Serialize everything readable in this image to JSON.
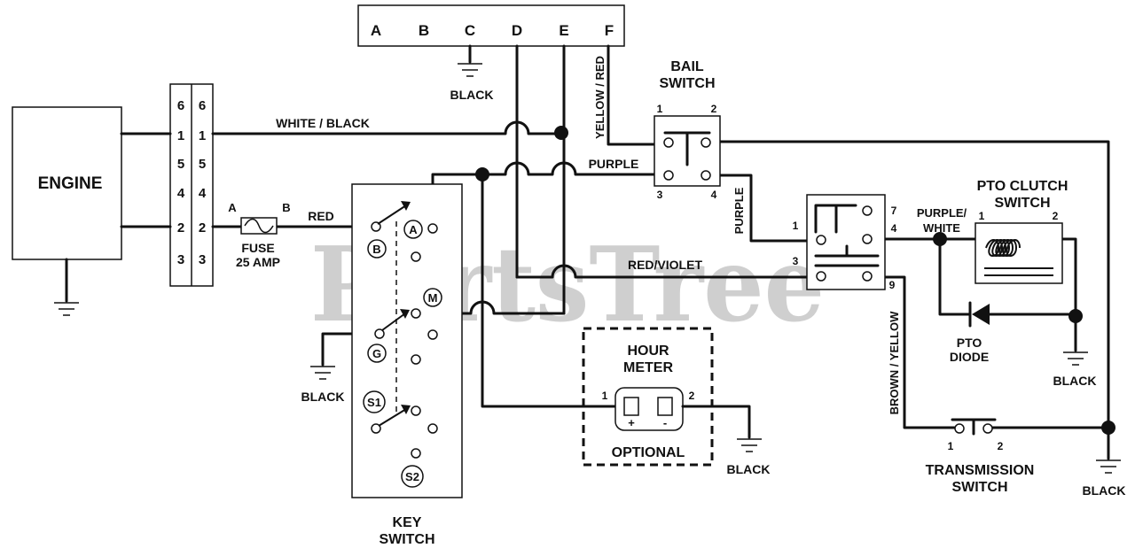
{
  "watermark": "PartsTree",
  "engine": {
    "label": "ENGINE",
    "pins_left": [
      "6",
      "1",
      "5",
      "4",
      "2",
      "3"
    ],
    "pins_right": [
      "6",
      "1",
      "5",
      "4",
      "2",
      "3"
    ]
  },
  "connector": {
    "pins": [
      "A",
      "B",
      "C",
      "D",
      "E",
      "F"
    ],
    "ground_label": "BLACK"
  },
  "fuse": {
    "label_line1": "FUSE",
    "label_line2": "25 AMP",
    "pin_a": "A",
    "pin_b": "B"
  },
  "wires": {
    "white_black": "WHITE / BLACK",
    "red": "RED",
    "purple_top": "PURPLE",
    "purple_side": "PURPLE",
    "red_violet": "RED/VIOLET",
    "yellow_red": "YELLOW / RED",
    "purple_white_1": "PURPLE/",
    "purple_white_2": "WHITE",
    "brown_yellow": "BROWN / YELLOW"
  },
  "key_switch": {
    "label_line1": "KEY",
    "label_line2": "SWITCH",
    "positions": [
      "A",
      "B",
      "M",
      "G",
      "S1",
      "S2"
    ],
    "ground_label": "BLACK"
  },
  "bail_switch": {
    "label_line1": "BAIL",
    "label_line2": "SWITCH",
    "pins": [
      "1",
      "2",
      "3",
      "4"
    ]
  },
  "pto_switch": {
    "pins": [
      "1",
      "3",
      "7",
      "4",
      "9"
    ]
  },
  "pto_clutch": {
    "label_line1": "PTO CLUTCH",
    "label_line2": "SWITCH",
    "pin1": "1",
    "pin2": "2",
    "ground_label": "BLACK"
  },
  "pto_diode": {
    "label_line1": "PTO",
    "label_line2": "DIODE"
  },
  "hour_meter": {
    "label_line1": "HOUR",
    "label_line2": "METER",
    "optional": "OPTIONAL",
    "pin1": "1",
    "pin2": "2",
    "plus": "+",
    "minus": "-",
    "ground_label": "BLACK"
  },
  "transmission_switch": {
    "label_line1": "TRANSMISSION",
    "label_line2": "SWITCH",
    "pin1": "1",
    "pin2": "2"
  },
  "right_ground_label": "BLACK"
}
